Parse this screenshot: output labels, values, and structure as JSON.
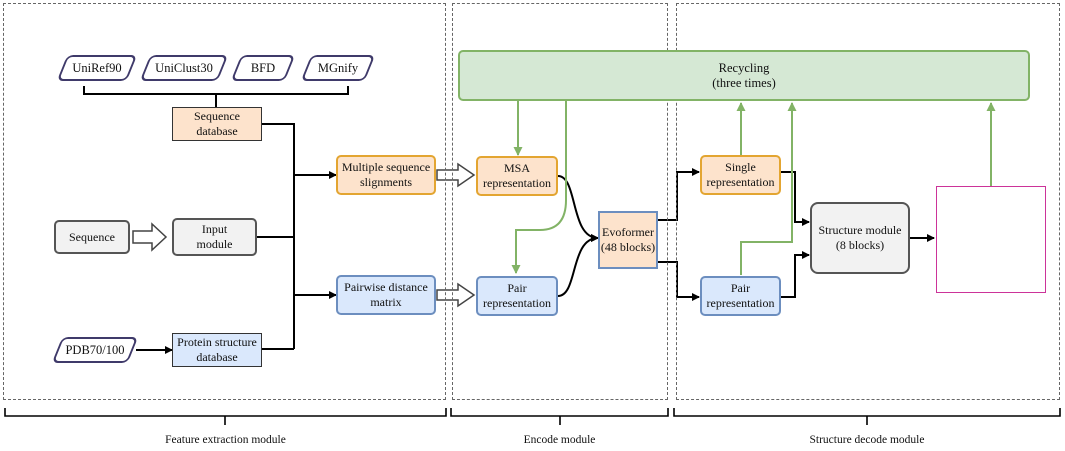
{
  "regions": {
    "feature_extraction": "Feature extraction module",
    "encode": "Encode module",
    "structure_decode": "Structure decode module"
  },
  "databases": [
    "UniRef90",
    "UniClust30",
    "BFD",
    "MGnify"
  ],
  "sequence_database": [
    "Sequence",
    "database"
  ],
  "sequence": "Sequence",
  "input_module": [
    "Input",
    "module"
  ],
  "pdb": "PDB70/100",
  "protein_structure_database": [
    "Protein structure",
    "database"
  ],
  "msa_alignments": [
    "Multiple sequence",
    "slignments"
  ],
  "pairwise_distance": [
    "Pairwise distance",
    "matrix"
  ],
  "msa_representation": [
    "MSA",
    "representation"
  ],
  "pair_representation_encode": [
    "Pair",
    "representation"
  ],
  "evoformer": [
    "Evoformer",
    "(48 blocks)"
  ],
  "single_representation": [
    "Single",
    "representation"
  ],
  "pair_representation_decode": [
    "Pair",
    "representation"
  ],
  "structure_module": [
    "Structure module",
    "(8 blocks)"
  ],
  "recycling": [
    "Recycling",
    "(three times)"
  ],
  "colors": {
    "orange_fill": "#fde3cc",
    "orange_border": "#e3a531",
    "blue_fill": "#dae8fc",
    "blue_border": "#6c8ebf",
    "green_fill": "#d5e8d4",
    "green_border": "#82b366",
    "grey_fill": "#f2f2f2",
    "db_border": "#3f3a6a",
    "protein_frame": "#cc3399"
  }
}
